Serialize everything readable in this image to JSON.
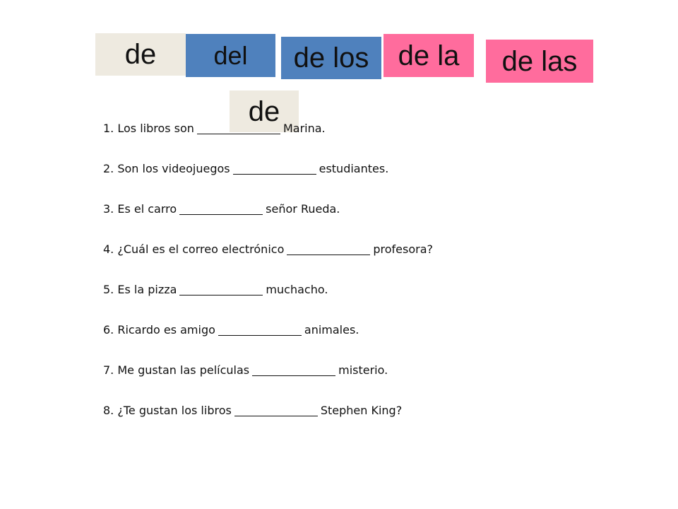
{
  "colors": {
    "beige": "#EEEAE0",
    "blue": "#4F81BD",
    "pink": "#FF6C9D"
  },
  "tiles": [
    {
      "label": "de",
      "color": "beige"
    },
    {
      "label": "del",
      "color": "blue"
    },
    {
      "label": "de los",
      "color": "blue"
    },
    {
      "label": "de la",
      "color": "pink"
    },
    {
      "label": "de las",
      "color": "pink"
    },
    {
      "label": "de",
      "color": "beige"
    }
  ],
  "sentences": [
    {
      "before": "1. Los libros son",
      "after": "Marina."
    },
    {
      "before": "2. Son los videojuegos",
      "after": "estudiantes."
    },
    {
      "before": "3. Es el carro",
      "after": "señor Rueda."
    },
    {
      "before": "4. ¿Cuál es el correo electrónico",
      "after": "profesora?"
    },
    {
      "before": "5. Es la pizza",
      "after": "muchacho."
    },
    {
      "before": "6. Ricardo es amigo",
      "after": "animales."
    },
    {
      "before": "7. Me gustan las películas",
      "after": "misterio."
    },
    {
      "before": "8. ¿Te gustan los libros",
      "after": "Stephen King?"
    }
  ]
}
